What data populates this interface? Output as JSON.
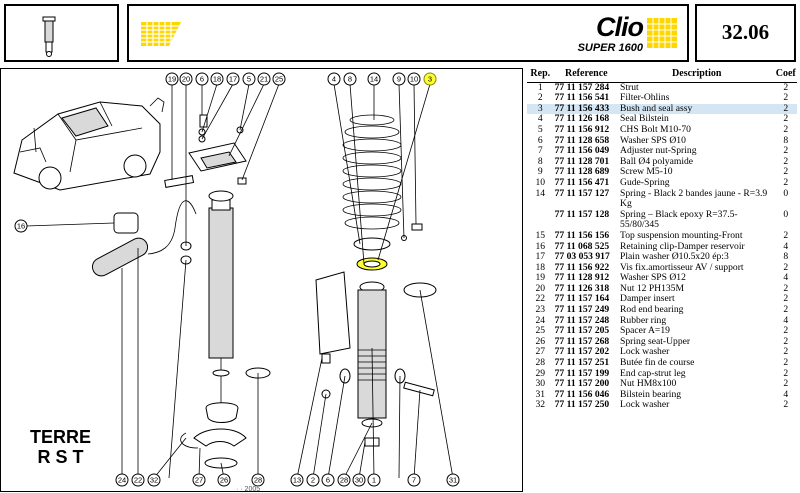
{
  "header": {
    "page_number": "32.06",
    "brand": "Clio",
    "sub_brand": "SUPER 1600",
    "logo_color": "#ffd700"
  },
  "stamp": {
    "lines": [
      "TERRE",
      "R S T"
    ]
  },
  "footer": {
    "note": "  ·  ·  2005"
  },
  "highlight_color": "#d4e6f4",
  "callout_highlight_color": "#ffff33",
  "diagram": {
    "callouts_top_left": [
      "19",
      "20",
      "6",
      "18",
      "17",
      "5",
      "21",
      "25"
    ],
    "callouts_top_right": [
      "4",
      "8",
      "14",
      "9",
      "10",
      "3"
    ],
    "callouts_bottom_left": [
      "24",
      "22",
      "32",
      "27",
      "26",
      "28"
    ],
    "callouts_bottom_right": [
      "13",
      "2",
      "6",
      "28",
      "30",
      "1",
      "7",
      "31"
    ],
    "callout_side": "16",
    "highlighted_callout": "3"
  },
  "table": {
    "headers": {
      "rep": "Rep.",
      "ref": "Reference",
      "desc": "Description",
      "coef": "Coef"
    },
    "rows": [
      {
        "rep": "1",
        "ref": "77 11 157 284",
        "desc": "Strut",
        "coef": "2"
      },
      {
        "rep": "2",
        "ref": "77 11 156 541",
        "desc": "Filter-Ohlins",
        "coef": "2"
      },
      {
        "rep": "3",
        "ref": "77 11 156 433",
        "desc": "Bush and seal assy",
        "coef": "2",
        "highlight": true
      },
      {
        "rep": "4",
        "ref": "77 11 126 168",
        "desc": "Seal Bilstein",
        "coef": "2"
      },
      {
        "rep": "5",
        "ref": "77 11 156 912",
        "desc": "CHS Bolt M10-70",
        "coef": "2"
      },
      {
        "rep": "6",
        "ref": "77 11 128 658",
        "desc": "Washer SPS Ø10",
        "coef": "8"
      },
      {
        "rep": "7",
        "ref": "77 11 156 049",
        "desc": "Adjuster nut-Spring",
        "coef": "2"
      },
      {
        "rep": "8",
        "ref": "77 11 128 701",
        "desc": "Ball Ø4 polyamide",
        "coef": "2"
      },
      {
        "rep": "9",
        "ref": "77 11 128 689",
        "desc": "Screw M5-10",
        "coef": "2"
      },
      {
        "rep": "10",
        "ref": "77 11 156 471",
        "desc": "Gude-Spring",
        "coef": "2"
      },
      {
        "rep": "14",
        "ref": "77 11 157 127",
        "desc": "Spring - Black 2 bandes jaune - R=3.9 Kg",
        "coef": "0"
      },
      {
        "rep": "",
        "ref": "77 11 157 128",
        "desc": "Spring – Black epoxy R=37.5-55/80/345",
        "coef": "0"
      },
      {
        "rep": "15",
        "ref": "77 11 156 156",
        "desc": "Top suspension mounting-Front",
        "coef": "2"
      },
      {
        "rep": "16",
        "ref": "77 11 068 525",
        "desc": "Retaining clip-Damper reservoir",
        "coef": "4"
      },
      {
        "rep": "17",
        "ref": "77 03 053 917",
        "desc": "Plain washer Ø10.5x20 ép:3",
        "coef": "8"
      },
      {
        "rep": "18",
        "ref": "77 11 156 922",
        "desc": "Vis fix.amortisseur AV / support",
        "coef": "2"
      },
      {
        "rep": "19",
        "ref": "77 11 128 912",
        "desc": "Washer SPS Ø12",
        "coef": "4"
      },
      {
        "rep": "20",
        "ref": "77 11 126 318",
        "desc": "Nut 12 PH135M",
        "coef": "2"
      },
      {
        "rep": "22",
        "ref": "77 11 157 164",
        "desc": "Damper insert",
        "coef": "2"
      },
      {
        "rep": "23",
        "ref": "77 11 157 249",
        "desc": "Rod end bearing",
        "coef": "2"
      },
      {
        "rep": "24",
        "ref": "77 11 157 248",
        "desc": "Rubber ring",
        "coef": "4"
      },
      {
        "rep": "25",
        "ref": "77 11 157 205",
        "desc": "Spacer A=19",
        "coef": "2"
      },
      {
        "rep": "26",
        "ref": "77 11 157 268",
        "desc": "Spring seat-Upper",
        "coef": "2"
      },
      {
        "rep": "27",
        "ref": "77 11 157 202",
        "desc": "Lock washer",
        "coef": "2"
      },
      {
        "rep": "28",
        "ref": "77 11 157 251",
        "desc": "Butée fin de course",
        "coef": "2"
      },
      {
        "rep": "29",
        "ref": "77 11 157 199",
        "desc": "End cap-strut leg",
        "coef": "2"
      },
      {
        "rep": "30",
        "ref": "77 11 157 200",
        "desc": "Nut HM8x100",
        "coef": "2"
      },
      {
        "rep": "31",
        "ref": "77 11 156 046",
        "desc": "Bilstein bearing",
        "coef": "4"
      },
      {
        "rep": "32",
        "ref": "77 11 157 250",
        "desc": "Lock washer",
        "coef": "2"
      }
    ]
  }
}
